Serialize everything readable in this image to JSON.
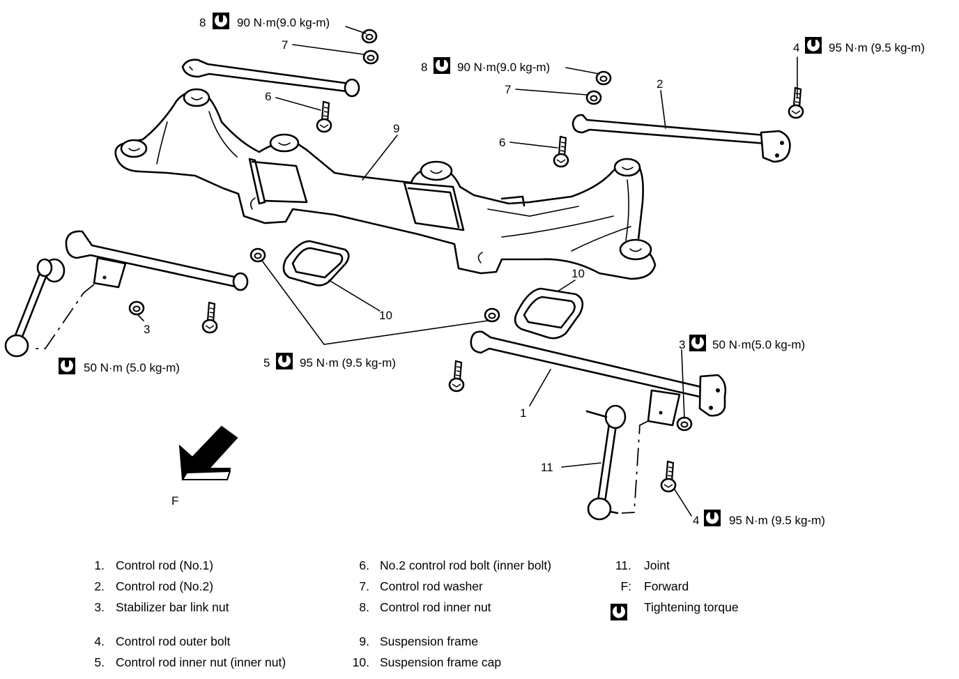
{
  "figure": {
    "title": "Rear suspension frame and control rods (exploded view)",
    "colors": {
      "ink": "#000000",
      "paper": "#ffffff"
    }
  },
  "callouts": {
    "c8_left": {
      "number": "8",
      "torque": "90 N·m(9.0 kg-m)"
    },
    "c7_left": {
      "number": "7"
    },
    "c6_left": {
      "number": "6"
    },
    "c9": {
      "number": "9"
    },
    "c8_right": {
      "number": "8",
      "torque": "90 N·m(9.0 kg-m)"
    },
    "c7_right": {
      "number": "7"
    },
    "c6_right": {
      "number": "6"
    },
    "c2": {
      "number": "2"
    },
    "c4_top": {
      "number": "4",
      "torque": "95 N·m (9.5 kg-m)"
    },
    "c3_left": {
      "number": "3"
    },
    "c_link_left": {
      "torque": "50 N·m (5.0 kg-m)"
    },
    "c10_left": {
      "number": "10"
    },
    "c10_right": {
      "number": "10"
    },
    "c5": {
      "number": "5",
      "torque": "95 N·m (9.5 kg-m)"
    },
    "c3_right": {
      "number": "3",
      "torque": "50 N·m(5.0 kg-m)"
    },
    "c1": {
      "number": "1"
    },
    "c11": {
      "number": "11"
    },
    "c4_bottom": {
      "number": "4",
      "torque": "95 N·m (9.5 kg-m)"
    },
    "forward": {
      "label": "F"
    }
  },
  "legend": {
    "col1": [
      {
        "num": "1.",
        "text": "Control rod (No.1)"
      },
      {
        "num": "2.",
        "text": "Control rod (No.2)"
      },
      {
        "num": "3.",
        "text": "Stabilizer bar link nut"
      },
      {
        "num": "4.",
        "text": "Control rod outer bolt"
      },
      {
        "num": "5.",
        "text": "Control rod inner nut (inner nut)"
      }
    ],
    "col2": [
      {
        "num": "6.",
        "text": "No.2 control rod bolt (inner bolt)"
      },
      {
        "num": "7.",
        "text": "Control rod washer"
      },
      {
        "num": "8.",
        "text": "Control rod inner nut"
      },
      {
        "num": "9.",
        "text": "Suspension frame"
      },
      {
        "num": "10.",
        "text": "Suspension frame cap"
      }
    ],
    "col3": [
      {
        "num": "11.",
        "text": "Joint"
      },
      {
        "num": "F:",
        "text": "Forward"
      },
      {
        "num": "",
        "text": "Tightening torque",
        "icon": "torque-wrench-icon"
      }
    ]
  }
}
